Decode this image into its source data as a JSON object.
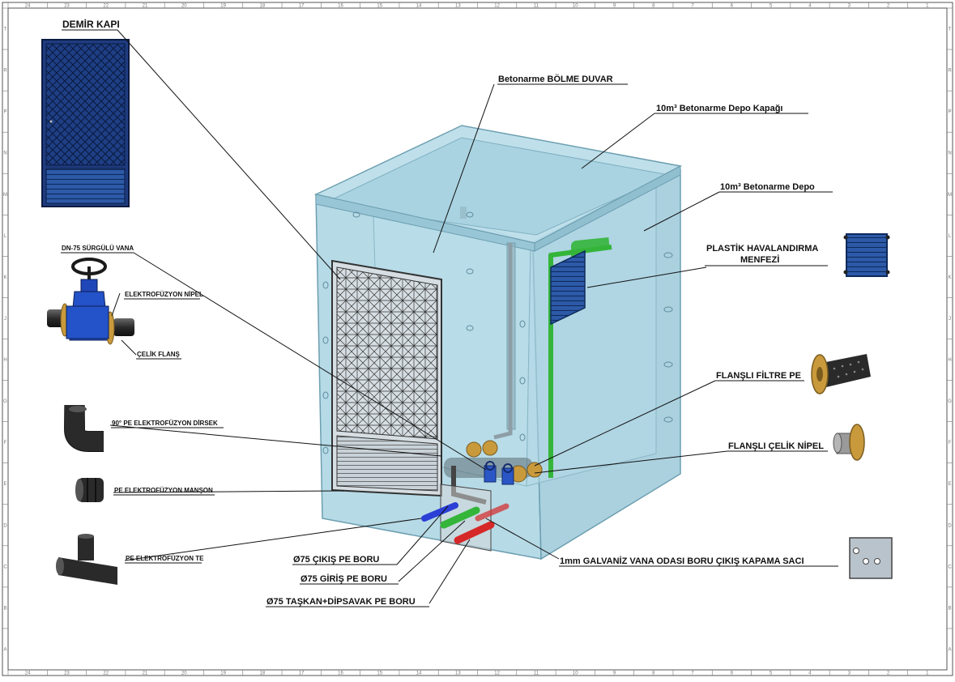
{
  "labels": {
    "demir_kapi": "DEMİR KAPI",
    "bolme_duvar": "Betonarme BÖLME DUVAR",
    "depo_kapagi": "10m³ Betonarme Depo Kapağı",
    "depo": "10m³ Betonarme Depo",
    "havalandirma_1": "PLASTİK HAVALANDIRMA",
    "havalandirma_2": "MENFEZİ",
    "surgulu_vana": "DN-75 SÜRGÜLÜ VANA",
    "elektrofuzyon_nipel": "ELEKTROFÜZYON NİPEL",
    "celik_flans": "ÇELİK FLANŞ",
    "dirsek": "90° PE ELEKTROFÜZYON DİRSEK",
    "manson": "PE ELEKTROFÜZYON MANŞON",
    "te": "PE ELEKTROFÜZYON TE",
    "filtre": "FLANŞLI FİLTRE PE",
    "celik_nipel": "FLANŞLI ÇELİK NİPEL",
    "cikis_boru": "Ø75 ÇIKIŞ PE BORU",
    "giris_boru": "Ø75 GİRİŞ PE BORU",
    "taskan_boru": "Ø75 TAŞKAN+DİPSAVAK PE BORU",
    "kapama_saci": "1mm GALVANİZ VANA ODASI BORU ÇIKIŞ KAPAMA SACI"
  },
  "ruler": {
    "columns": [
      "24",
      "23",
      "22",
      "21",
      "20",
      "19",
      "18",
      "17",
      "16",
      "15",
      "14",
      "13",
      "12",
      "11",
      "10",
      "9",
      "8",
      "7",
      "6",
      "5",
      "4",
      "3",
      "2",
      "1"
    ],
    "rows": [
      "T",
      "R",
      "P",
      "N",
      "M",
      "L",
      "K",
      "J",
      "H",
      "G",
      "F",
      "E",
      "D",
      "C",
      "B",
      "A"
    ]
  },
  "colors": {
    "tank_fill": "#a9d4e2",
    "tank_edge": "#6d9fb0",
    "door_blue": "#24478f",
    "pipe_blue": "#2b3fd6",
    "pipe_green": "#34b53a",
    "pipe_red": "#d62828",
    "flange_gold": "#c99a3c",
    "pe_black": "#2a2a2a"
  }
}
